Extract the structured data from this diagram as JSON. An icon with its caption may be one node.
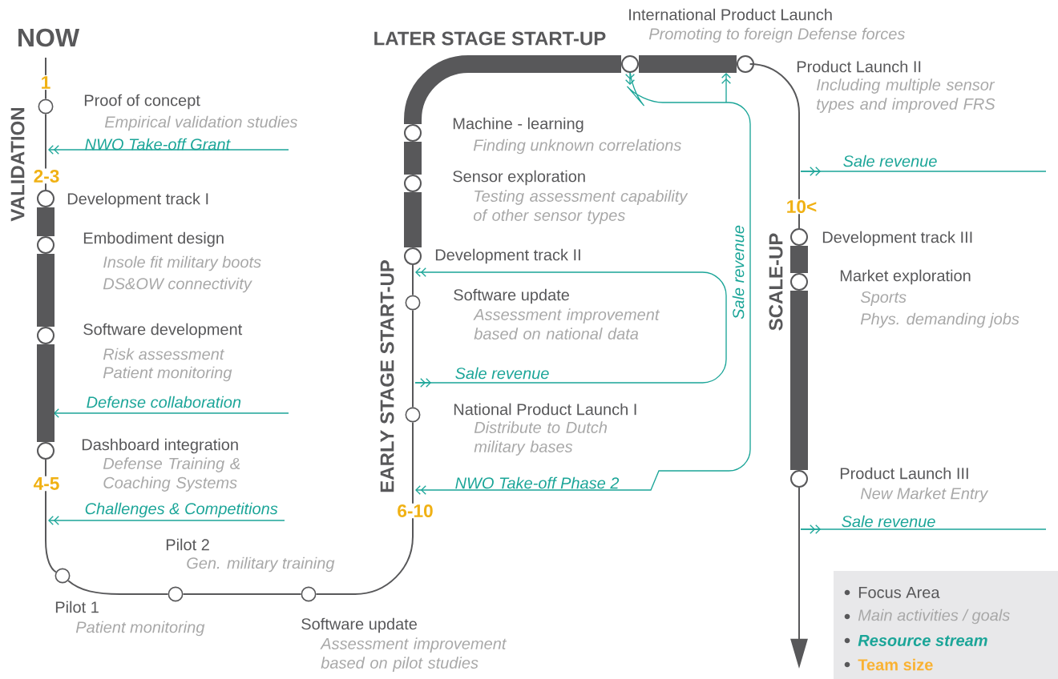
{
  "diagram": {
    "nodes": [
      {
        "text": [],
        "shape": "circle",
        "beside": [
          "Proof of concept",
          "Empirical validation studies"
        ]
      },
      {
        "text": [],
        "shape": "circle",
        "beside": [
          "Development track I"
        ]
      },
      {
        "text": [],
        "shape": "circle",
        "beside": [
          "Embodiment design",
          "Insole fit military boots",
          "DS&OW connectivity"
        ]
      },
      {
        "text": [],
        "shape": "circle",
        "beside": [
          "Software development",
          "Risk assessment",
          "Patient monitoring"
        ]
      },
      {
        "text": [],
        "shape": "circle",
        "beside": [
          "Dashboard integration",
          "Defense Training & Coaching Systems"
        ]
      },
      {
        "text": [],
        "shape": "circle",
        "beside": [
          "Pilot 1",
          "Patient monitoring"
        ]
      },
      {
        "text": [],
        "shape": "circle",
        "beside": [
          "Pilot 2",
          "Gen. military training"
        ]
      },
      {
        "text": [],
        "shape": "circle",
        "beside": [
          "Software update",
          "Assessment improvement based on pilot studies"
        ]
      },
      {
        "text": [],
        "shape": "circle",
        "beside": [
          "National Product Launch I",
          "Distribute to Dutch military bases"
        ]
      },
      {
        "text": [],
        "shape": "circle",
        "beside": [
          "Software update",
          "Assessment improvement based on national data"
        ]
      },
      {
        "text": [],
        "shape": "circle",
        "beside": [
          "Development track II"
        ]
      },
      {
        "text": [],
        "shape": "circle",
        "beside": [
          "Sensor exploration",
          "Testing assessment capability of other sensor types"
        ]
      },
      {
        "text": [],
        "shape": "circle",
        "beside": [
          "Machine - learning",
          "Finding unknown correlations"
        ]
      },
      {
        "text": [],
        "shape": "circle",
        "beside": [
          "International Product Launch",
          "Promoting to foreign Defense forces"
        ]
      },
      {
        "text": [],
        "shape": "circle",
        "beside": [
          "Product Launch II",
          "Including multiple sensor types and improved FRS"
        ]
      },
      {
        "text": [],
        "shape": "circle",
        "beside": [
          "Development track III"
        ]
      },
      {
        "text": [],
        "shape": "circle",
        "beside": [
          "Market exploration",
          "Sports",
          "Phys. demanding jobs"
        ]
      },
      {
        "text": [],
        "shape": "circle",
        "beside": [
          "Product Launch III",
          "New Market Entry"
        ]
      }
    ],
    "edges": [
      {
        "from": null,
        "to": 0,
        "arrow": "none"
      },
      {
        "from": 0,
        "to": 1,
        "arrow": "none"
      },
      {
        "from": 1,
        "to": 2,
        "arrow": "none",
        "style": "thick"
      },
      {
        "from": 2,
        "to": 3,
        "arrow": "none",
        "style": "thick"
      },
      {
        "from": 3,
        "to": 4,
        "arrow": "none",
        "style": "thick"
      },
      {
        "from": 4,
        "to": 5,
        "arrow": "none"
      },
      {
        "from": 5,
        "to": 6,
        "arrow": "none"
      },
      {
        "from": 6,
        "to": 7,
        "arrow": "none"
      },
      {
        "from": 7,
        "to": 8,
        "arrow": "none"
      },
      {
        "from": 8,
        "to": 9,
        "arrow": "none"
      },
      {
        "from": 9,
        "to": 10,
        "arrow": "none"
      },
      {
        "from": 10,
        "to": 11,
        "arrow": "none",
        "style": "thick"
      },
      {
        "from": 11,
        "to": 12,
        "arrow": "none",
        "style": "thick"
      },
      {
        "from": 12,
        "to": 13,
        "arrow": "none",
        "style": "thick"
      },
      {
        "from": 13,
        "to": 14,
        "arrow": "none",
        "style": "thick"
      },
      {
        "from": 14,
        "to": 15,
        "arrow": "none"
      },
      {
        "from": 15,
        "to": 16,
        "arrow": "none",
        "style": "thick"
      },
      {
        "from": 16,
        "to": 17,
        "arrow": "none",
        "style": "thick"
      },
      {
        "from": 17,
        "to": null,
        "arrow": "to"
      }
    ],
    "labels": [
      "NOW",
      "1",
      "VALIDATION",
      "NWO Take-off Grant",
      "2-3",
      "Defense collaboration",
      "4-5",
      "Challenges & Competitions",
      "LATER STAGE START-UP",
      "EARLY STAGE START-UP",
      "Sale revenue",
      "NWO Take-off Phase 2",
      "6-10",
      "Sale revenue",
      "Sale revenue",
      "10<",
      "SCALE-UP",
      "Sale revenue"
    ],
    "legend": [
      {
        "text": "Focus Area"
      },
      {
        "text": "Main activities / goals"
      },
      {
        "text": "Resource stream"
      },
      {
        "text": "Team size"
      }
    ]
  }
}
